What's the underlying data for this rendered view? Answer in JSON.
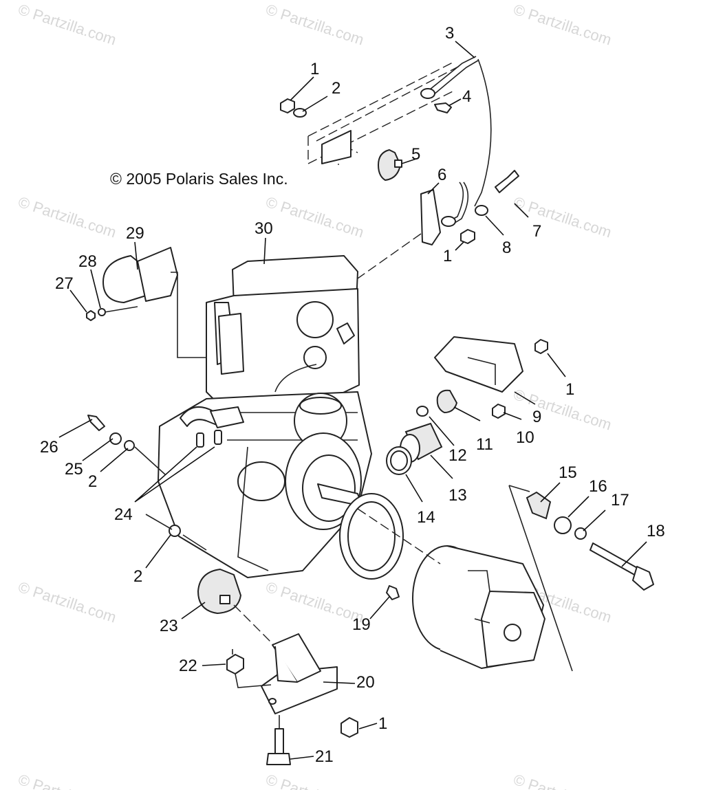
{
  "copyright": "© 2005 Polaris Sales Inc.",
  "watermark_text": "© Partzilla.com",
  "callouts": [
    "1",
    "2",
    "3",
    "4",
    "5",
    "6",
    "7",
    "1",
    "8",
    "30",
    "29",
    "28",
    "27",
    "1",
    "9",
    "10",
    "11",
    "12",
    "13",
    "14",
    "15",
    "16",
    "17",
    "18",
    "26",
    "25",
    "2",
    "24",
    "2",
    "23",
    "19",
    "20",
    "22",
    "1",
    "21"
  ]
}
